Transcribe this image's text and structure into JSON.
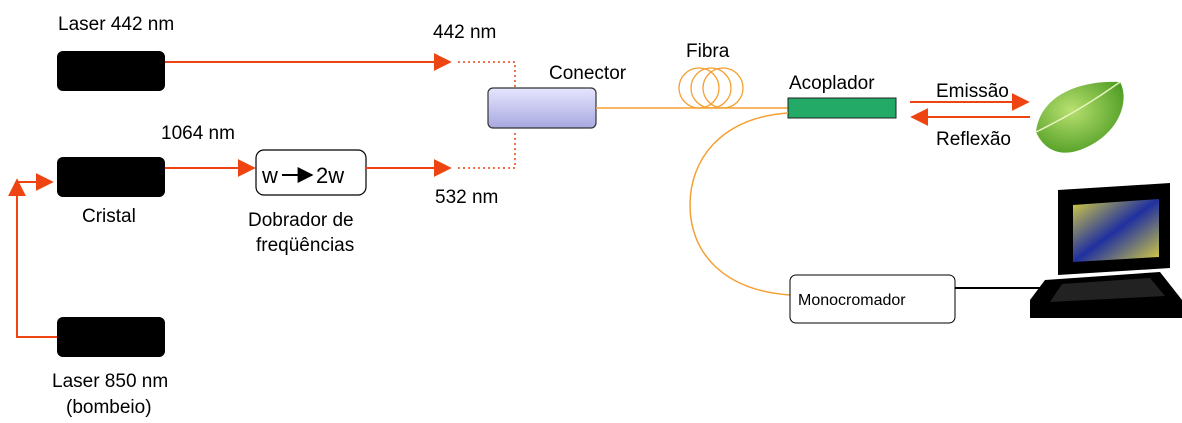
{
  "labels": {
    "laser442": "Laser 442 nm",
    "laser442_out": "442 nm",
    "nm1064": "1064 nm",
    "cristal": "Cristal",
    "doubler_box": "w→ 2w",
    "doubler_w": "w",
    "doubler_2w": "2w",
    "doubler_line1": "Dobrador de",
    "doubler_line2": "freqüências",
    "nm532": "532 nm",
    "conector": "Conector",
    "fibra": "Fibra",
    "acoplador": "Acoplador",
    "emissao": "Emissão",
    "reflexao": "Reflexão",
    "monocromador": "Monocromador",
    "laser850_line1": "Laser 850 nm",
    "laser850_line2": "(bombeio)"
  },
  "colors": {
    "laser_arrow": "#ee4411",
    "fiber": "#f5a033",
    "connector_fill": "#c8c8f0",
    "coupler_fill": "#22aa66",
    "device_black": "#000000"
  },
  "icons": {
    "leaf": "leaf-icon",
    "computer": "laptop-icon"
  }
}
